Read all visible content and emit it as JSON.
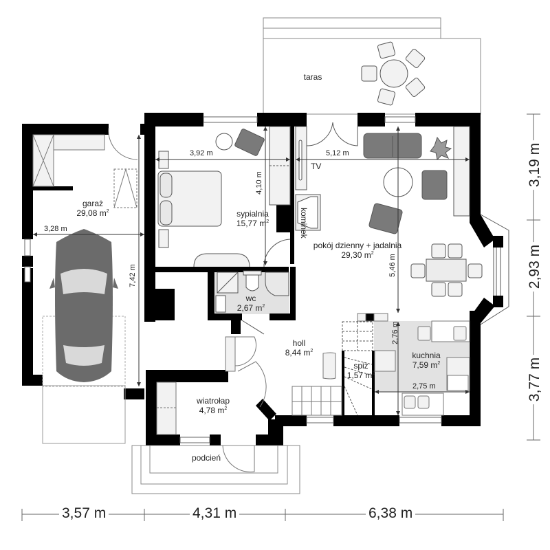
{
  "plan": {
    "title": "floor plan",
    "colors": {
      "wall": "#000000",
      "furniture_fill": "#f2f2f2",
      "upholstery": "#7a7a7a",
      "tile_floor": "#e2e2e2",
      "line": "#555555",
      "car": "#6b6b6b",
      "car_glass": "#d9d9d9"
    },
    "rooms": [
      {
        "id": "taras",
        "name": "taras",
        "area": ""
      },
      {
        "id": "garaz",
        "name": "garaż",
        "area": "29,08 m",
        "unit_sup": "2"
      },
      {
        "id": "sypialnia",
        "name": "sypialnia",
        "area": "15,77 m",
        "unit_sup": "2"
      },
      {
        "id": "pokoj",
        "name": "pokój dzienny + jadalnia",
        "area": "29,30 m",
        "unit_sup": "2"
      },
      {
        "id": "wc",
        "name": "wc",
        "area": "2,67 m",
        "unit_sup": "2"
      },
      {
        "id": "holl",
        "name": "holl",
        "area": "8,44 m",
        "unit_sup": "2"
      },
      {
        "id": "kuchnia",
        "name": "kuchnia",
        "area": "7,59 m",
        "unit_sup": "2"
      },
      {
        "id": "spiz",
        "name": "spiż",
        "area": "1,57 m",
        "unit_sup": "2"
      },
      {
        "id": "wiatrolap",
        "name": "wiatrołap",
        "area": "4,78 m",
        "unit_sup": "2"
      },
      {
        "id": "podcien",
        "name": "podcień",
        "area": ""
      }
    ],
    "labels": {
      "tv": "TV",
      "kominek": "kominek"
    },
    "inner_dimensions": {
      "garage_width": "3,28 m",
      "garage_length": "7,42 m",
      "bedroom_width": "3,92 m",
      "bedroom_length": "4,10 m",
      "living_width": "5,12 m",
      "living_length": "5,46 m",
      "kitchen_depth": "2,76 m",
      "kitchen_width": "2,75 m"
    },
    "outer_dimensions": {
      "bottom": [
        "3,57 m",
        "4,31 m",
        "6,38 m"
      ],
      "right": [
        "3,19 m",
        "2,93 m",
        "3,77 m"
      ]
    }
  }
}
